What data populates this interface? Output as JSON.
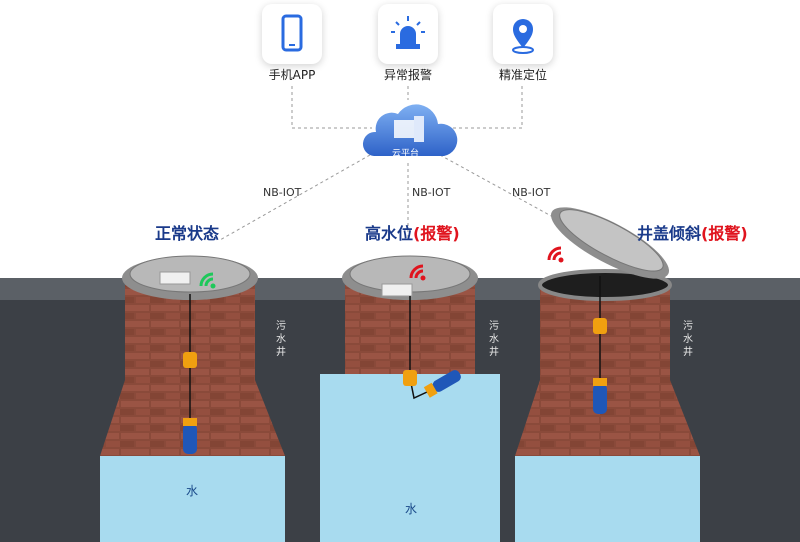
{
  "top_icons": [
    {
      "label": "手机APP",
      "icon": "phone-icon"
    },
    {
      "label": "异常报警",
      "icon": "alarm-icon"
    },
    {
      "label": "精准定位",
      "icon": "location-icon"
    }
  ],
  "cloud": {
    "label": "云平台"
  },
  "network_labels": [
    "NB-IOT",
    "NB-IOT",
    "NB-IOT"
  ],
  "wells": [
    {
      "title": "正常状态",
      "title_alert": "",
      "side_label": "污水井",
      "water_label": "水"
    },
    {
      "title": "高水位",
      "title_alert": "(报警)",
      "side_label": "污水井",
      "water_label": "水"
    },
    {
      "title": "井盖倾斜",
      "title_alert": "(报警)",
      "side_label": "污水井",
      "water_label": ""
    }
  ],
  "colors": {
    "title": "#1a3a8a",
    "alert": "#e0141e",
    "ok_signal": "#1ec85a",
    "brick": "#8a4a3a",
    "water": "#a8dbef",
    "cloud": "#4a7fd8"
  }
}
